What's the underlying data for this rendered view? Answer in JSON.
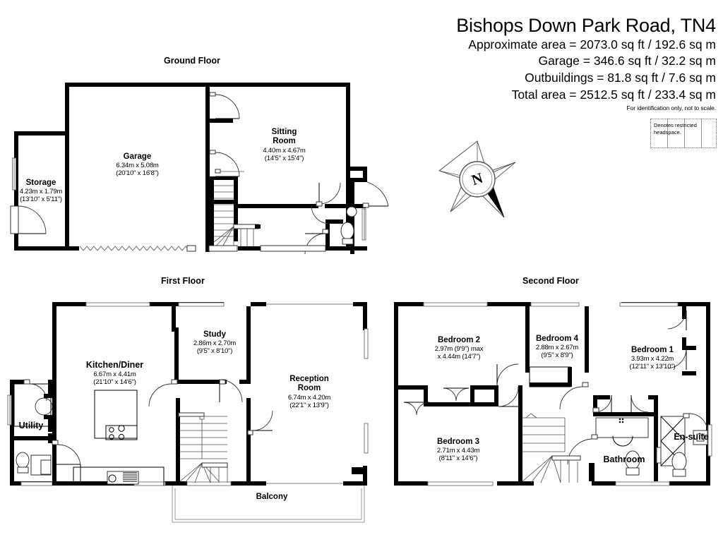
{
  "header": {
    "title": "Bishops Down Park Road, TN4",
    "lines": [
      "Approximate area = 2073.0 sq ft / 192.6 sq m",
      "Garage = 346.6 sq ft / 32.2 sq m",
      "Outbuildings = 81.8 sq ft / 7.6 sq m",
      "Total area = 2512.5 sq ft / 233.4 sq m"
    ],
    "disclaimer": "For identification only, not to scale."
  },
  "legend": {
    "text": "Denotes restricted headspace."
  },
  "compass": {
    "label": "N",
    "icon": "compass-rose-icon"
  },
  "floors": {
    "ground": {
      "caption": "Ground Floor",
      "rooms": [
        {
          "name": "Storage",
          "dim_metric": "4.23m x 1.79m",
          "dim_imperial": "(13'10\" x 5'11\")"
        },
        {
          "name": "Garage",
          "dim_metric": "6.34m x 5.08m",
          "dim_imperial": "(20'10\" x 16'8\")"
        },
        {
          "name": "Sitting Room",
          "name_line1": "Sitting",
          "name_line2": "Room",
          "dim_metric": "4.40m x 4.67m",
          "dim_imperial": "(14'5\" x 15'4\")"
        }
      ]
    },
    "first": {
      "caption": "First Floor",
      "rooms": [
        {
          "name": "Utility",
          "dim_metric": "",
          "dim_imperial": ""
        },
        {
          "name": "Kitchen/Diner",
          "dim_metric": "6.67m x 4.41m",
          "dim_imperial": "(21'10\" x 14'6\")"
        },
        {
          "name": "Study",
          "dim_metric": "2.86m x 2.70m",
          "dim_imperial": "(9'5\" x 8'10\")"
        },
        {
          "name": "Reception Room",
          "name_line1": "Reception",
          "name_line2": "Room",
          "dim_metric": "6.74m x 4.20m",
          "dim_imperial": "(22'1\" x 13'9\")"
        },
        {
          "name": "Balcony",
          "dim_metric": "",
          "dim_imperial": ""
        }
      ]
    },
    "second": {
      "caption": "Second Floor",
      "rooms": [
        {
          "name": "Bedroom 2",
          "dim_metric": "2.97m (9'9\") max",
          "dim_imperial": "x 4.44m (14'7\")"
        },
        {
          "name": "Bedroom 4",
          "dim_metric": "2.88m x 2.67m",
          "dim_imperial": "(9'5\" x 8'9\")"
        },
        {
          "name": "Bedroom 1",
          "dim_metric": "3.93m x 4.22m",
          "dim_imperial": "(12'11\" x 13'10\")"
        },
        {
          "name": "Bedroom 3",
          "dim_metric": "2.71m x 4.43m",
          "dim_imperial": "(8'11\" x 14'6\")"
        },
        {
          "name": "Bathroom",
          "dim_metric": "",
          "dim_imperial": ""
        },
        {
          "name": "En-suite",
          "dim_metric": "",
          "dim_imperial": ""
        }
      ]
    }
  },
  "colors": {
    "wall": "#000000",
    "background": "#ffffff",
    "window": "#6e6e6e",
    "text": "#000000"
  }
}
